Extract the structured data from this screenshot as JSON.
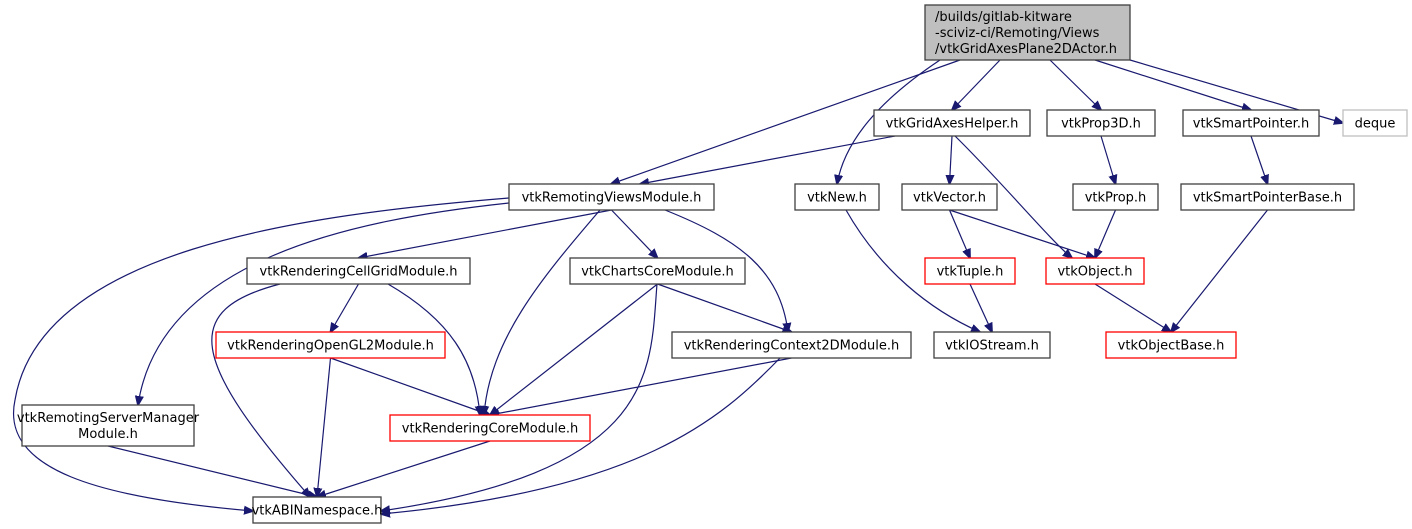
{
  "diagram": {
    "title": "Include dependency graph for vtkGridAxesPlane2DActor.h",
    "colors": {
      "edge": "#191970",
      "root_fill": "#bfbfbf",
      "root_border": "#404040",
      "normal_border": "#404040",
      "truncated_border": "#ff0000",
      "external_border": "#bfbfbf",
      "node_fill": "#ffffff"
    },
    "nodes": [
      {
        "id": "root",
        "lines": [
          "/builds/gitlab-kitware",
          "-sciviz-ci/Remoting/Views",
          "/vtkGridAxesPlane2DActor.h"
        ],
        "kind": "root"
      },
      {
        "id": "gridaxeshelper",
        "lines": [
          "vtkGridAxesHelper.h"
        ],
        "kind": "normal"
      },
      {
        "id": "prop3d",
        "lines": [
          "vtkProp3D.h"
        ],
        "kind": "normal"
      },
      {
        "id": "smartpointer",
        "lines": [
          "vtkSmartPointer.h"
        ],
        "kind": "normal"
      },
      {
        "id": "deque",
        "lines": [
          "deque"
        ],
        "kind": "external"
      },
      {
        "id": "remotingviews",
        "lines": [
          "vtkRemotingViewsModule.h"
        ],
        "kind": "normal"
      },
      {
        "id": "new",
        "lines": [
          "vtkNew.h"
        ],
        "kind": "normal"
      },
      {
        "id": "vector",
        "lines": [
          "vtkVector.h"
        ],
        "kind": "normal"
      },
      {
        "id": "prop",
        "lines": [
          "vtkProp.h"
        ],
        "kind": "normal"
      },
      {
        "id": "smartpointerbase",
        "lines": [
          "vtkSmartPointerBase.h"
        ],
        "kind": "normal"
      },
      {
        "id": "cellgrid",
        "lines": [
          "vtkRenderingCellGridModule.h"
        ],
        "kind": "normal"
      },
      {
        "id": "chartscore",
        "lines": [
          "vtkChartsCoreModule.h"
        ],
        "kind": "normal"
      },
      {
        "id": "tuple",
        "lines": [
          "vtkTuple.h"
        ],
        "kind": "truncated"
      },
      {
        "id": "object",
        "lines": [
          "vtkObject.h"
        ],
        "kind": "truncated"
      },
      {
        "id": "opengl2",
        "lines": [
          "vtkRenderingOpenGL2Module.h"
        ],
        "kind": "truncated"
      },
      {
        "id": "context2d",
        "lines": [
          "vtkRenderingContext2DModule.h"
        ],
        "kind": "normal"
      },
      {
        "id": "iostream",
        "lines": [
          "vtkIOStream.h"
        ],
        "kind": "normal"
      },
      {
        "id": "objectbase",
        "lines": [
          "vtkObjectBase.h"
        ],
        "kind": "truncated"
      },
      {
        "id": "servermanager",
        "lines": [
          "vtkRemotingServerManager",
          "Module.h"
        ],
        "kind": "normal"
      },
      {
        "id": "renderingcore",
        "lines": [
          "vtkRenderingCoreModule.h"
        ],
        "kind": "truncated"
      },
      {
        "id": "abinamespace",
        "lines": [
          "vtkABINamespace.h"
        ],
        "kind": "normal"
      }
    ],
    "edges": [
      {
        "from": "root",
        "to": "remotingviews"
      },
      {
        "from": "root",
        "to": "new"
      },
      {
        "from": "root",
        "to": "gridaxeshelper"
      },
      {
        "from": "root",
        "to": "prop3d"
      },
      {
        "from": "root",
        "to": "smartpointer"
      },
      {
        "from": "root",
        "to": "deque"
      },
      {
        "from": "gridaxeshelper",
        "to": "remotingviews"
      },
      {
        "from": "gridaxeshelper",
        "to": "vector"
      },
      {
        "from": "gridaxeshelper",
        "to": "object"
      },
      {
        "from": "prop3d",
        "to": "prop"
      },
      {
        "from": "smartpointer",
        "to": "smartpointerbase"
      },
      {
        "from": "remotingviews",
        "to": "abinamespace"
      },
      {
        "from": "remotingviews",
        "to": "servermanager"
      },
      {
        "from": "remotingviews",
        "to": "cellgrid"
      },
      {
        "from": "remotingviews",
        "to": "renderingcore"
      },
      {
        "from": "remotingviews",
        "to": "chartscore"
      },
      {
        "from": "remotingviews",
        "to": "context2d"
      },
      {
        "from": "new",
        "to": "iostream"
      },
      {
        "from": "vector",
        "to": "tuple"
      },
      {
        "from": "vector",
        "to": "object"
      },
      {
        "from": "prop",
        "to": "object"
      },
      {
        "from": "smartpointerbase",
        "to": "objectbase"
      },
      {
        "from": "cellgrid",
        "to": "opengl2"
      },
      {
        "from": "cellgrid",
        "to": "abinamespace"
      },
      {
        "from": "cellgrid",
        "to": "renderingcore"
      },
      {
        "from": "chartscore",
        "to": "renderingcore"
      },
      {
        "from": "chartscore",
        "to": "context2d"
      },
      {
        "from": "chartscore",
        "to": "abinamespace"
      },
      {
        "from": "tuple",
        "to": "iostream"
      },
      {
        "from": "object",
        "to": "objectbase"
      },
      {
        "from": "opengl2",
        "to": "renderingcore"
      },
      {
        "from": "opengl2",
        "to": "abinamespace"
      },
      {
        "from": "context2d",
        "to": "renderingcore"
      },
      {
        "from": "context2d",
        "to": "abinamespace"
      },
      {
        "from": "servermanager",
        "to": "abinamespace"
      },
      {
        "from": "renderingcore",
        "to": "abinamespace"
      }
    ]
  }
}
